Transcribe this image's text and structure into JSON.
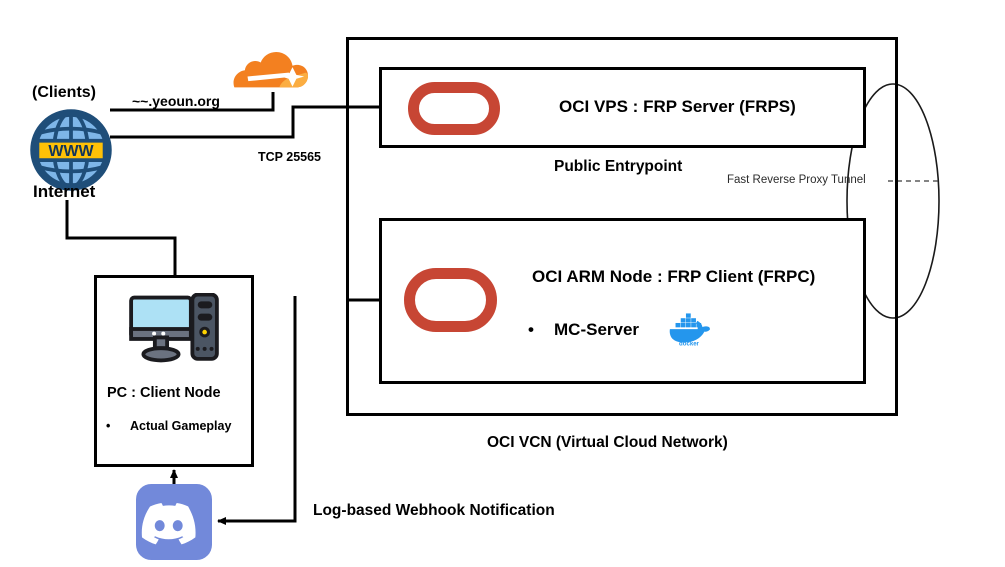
{
  "diagram": {
    "title_caption": "OCI VCN (Virtual Cloud Network)",
    "clients_label": "(Clients)",
    "internet_label": "Internet",
    "domain_label": "~~.yeoun.org",
    "tcp_label": "TCP 25565",
    "tunnel_label": "Fast Reverse Proxy Tunnel",
    "public_entrypoint_label": "Public Entrypoint",
    "webhook_label": "Log-based Webhook Notification"
  },
  "nodes": {
    "internet": {
      "icon": "globe-www-icon",
      "www_text": "WWW"
    },
    "cloudflare": {
      "icon": "cloudflare-cloud-icon"
    },
    "pc": {
      "icon": "desktop-computer-icon",
      "title": "PC : Client Node",
      "bullet_char": "•",
      "bullet_items": [
        "Actual Gameplay"
      ]
    },
    "discord": {
      "icon": "discord-logo-icon"
    },
    "frps": {
      "icon": "oracle-logo-icon",
      "title": "OCI VPS : FRP Server (FRPS)"
    },
    "frpc": {
      "icon": "oracle-logo-icon",
      "title": "OCI ARM Node : FRP Client (FRPC)",
      "bullet_char": "•",
      "bullet_items": [
        "MC-Server"
      ],
      "badge_icon": "docker-whale-icon",
      "badge_text": "docker"
    }
  },
  "colors": {
    "oracle_red": "#C74634",
    "cloudflare_orange": "#F38020",
    "cloudflare_amber": "#FBAD41",
    "docker_blue": "#2496ED",
    "discord_purple": "#7289DA",
    "globe_navy": "#1F4E79",
    "globe_blue": "#7EB6E8",
    "globe_yellow": "#FFC107",
    "line_black": "#000000"
  }
}
